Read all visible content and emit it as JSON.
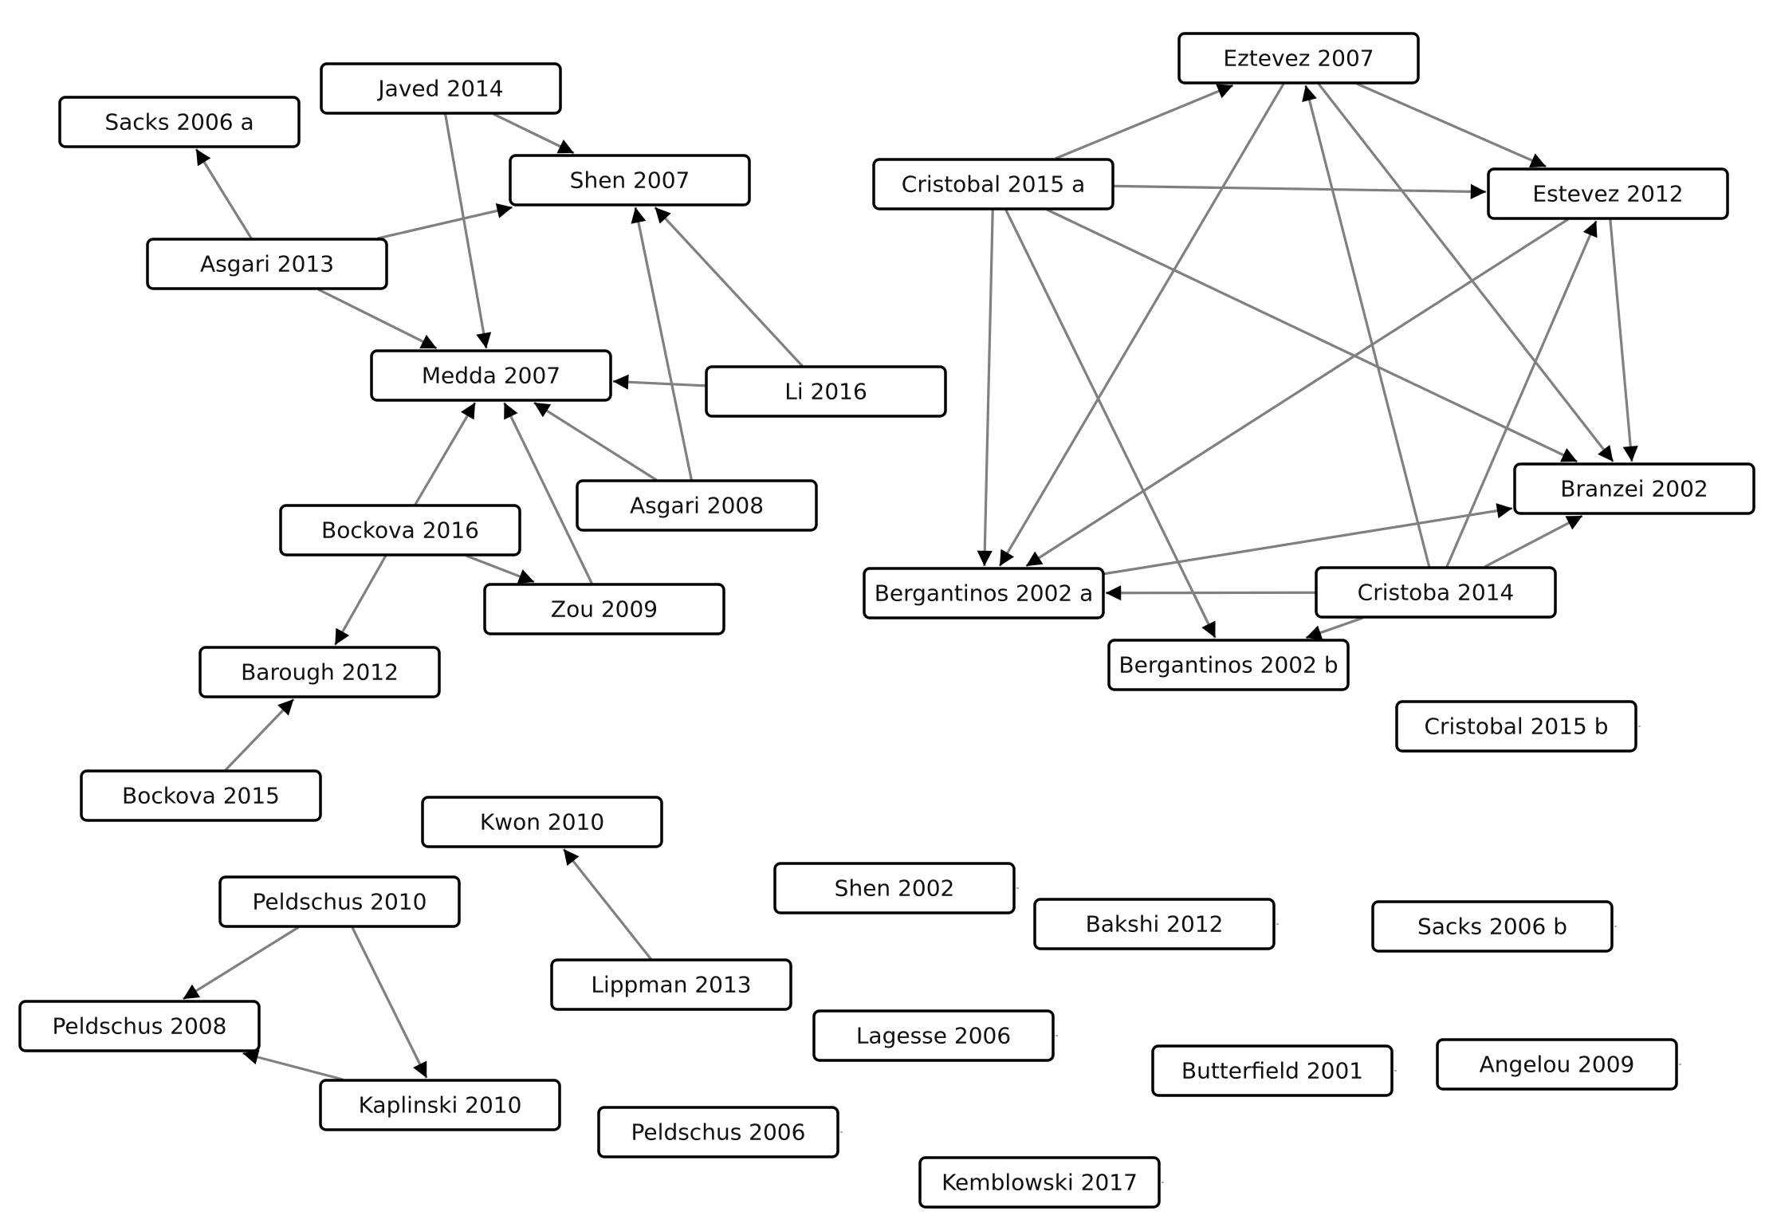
{
  "nodes": [
    {
      "id": "sacks2006a",
      "label": "Sacks 2006 a"
    },
    {
      "id": "javed2014",
      "label": "Javed 2014"
    },
    {
      "id": "shen2007",
      "label": "Shen 2007"
    },
    {
      "id": "asgari2013",
      "label": "Asgari 2013"
    },
    {
      "id": "medda2007",
      "label": "Medda 2007"
    },
    {
      "id": "li2016",
      "label": "Li 2016"
    },
    {
      "id": "asgari2008",
      "label": "Asgari 2008"
    },
    {
      "id": "bockova2016",
      "label": "Bockova 2016"
    },
    {
      "id": "zou2009",
      "label": "Zou 2009"
    },
    {
      "id": "barough2012",
      "label": "Barough 2012"
    },
    {
      "id": "bockova2015",
      "label": "Bockova 2015"
    },
    {
      "id": "kwon2010",
      "label": "Kwon 2010"
    },
    {
      "id": "peldschus2010",
      "label": "Peldschus 2010"
    },
    {
      "id": "peldschus2008",
      "label": "Peldschus 2008"
    },
    {
      "id": "kaplinski2010",
      "label": "Kaplinski 2010"
    },
    {
      "id": "lippman2013",
      "label": "Lippman 2013"
    },
    {
      "id": "shen2002",
      "label": "Shen 2002"
    },
    {
      "id": "lagesse2006",
      "label": "Lagesse 2006"
    },
    {
      "id": "peldschus2006",
      "label": "Peldschus 2006"
    },
    {
      "id": "bakshi2012",
      "label": "Bakshi 2012"
    },
    {
      "id": "butterfield2001",
      "label": "Butterfield 2001"
    },
    {
      "id": "kemblowski2017",
      "label": "Kemblowski 2017"
    },
    {
      "id": "sacks2006b",
      "label": "Sacks 2006 b"
    },
    {
      "id": "angelou2009",
      "label": "Angelou 2009"
    },
    {
      "id": "eztevez2007",
      "label": "Eztevez 2007"
    },
    {
      "id": "cristobal2015a",
      "label": "Cristobal 2015 a"
    },
    {
      "id": "estevez2012",
      "label": "Estevez 2012"
    },
    {
      "id": "branzei2002",
      "label": "Branzei 2002"
    },
    {
      "id": "bergantinos2002a",
      "label": "Bergantinos 2002 a"
    },
    {
      "id": "cristoba2014",
      "label": "Cristoba 2014"
    },
    {
      "id": "bergantinos2002b",
      "label": "Bergantinos 2002 b"
    },
    {
      "id": "cristobal2015b",
      "label": "Cristobal 2015 b"
    }
  ],
  "edges": [
    {
      "from": "asgari2013",
      "to": "sacks2006a"
    },
    {
      "from": "asgari2013",
      "to": "shen2007"
    },
    {
      "from": "asgari2013",
      "to": "medda2007"
    },
    {
      "from": "javed2014",
      "to": "shen2007"
    },
    {
      "from": "javed2014",
      "to": "medda2007"
    },
    {
      "from": "li2016",
      "to": "shen2007"
    },
    {
      "from": "li2016",
      "to": "medda2007"
    },
    {
      "from": "asgari2008",
      "to": "shen2007"
    },
    {
      "from": "asgari2008",
      "to": "medda2007"
    },
    {
      "from": "bockova2016",
      "to": "medda2007"
    },
    {
      "from": "bockova2016",
      "to": "zou2009"
    },
    {
      "from": "bockova2016",
      "to": "barough2012"
    },
    {
      "from": "zou2009",
      "to": "medda2007"
    },
    {
      "from": "bockova2015",
      "to": "barough2012"
    },
    {
      "from": "lippman2013",
      "to": "kwon2010"
    },
    {
      "from": "peldschus2010",
      "to": "peldschus2008"
    },
    {
      "from": "peldschus2010",
      "to": "kaplinski2010"
    },
    {
      "from": "kaplinski2010",
      "to": "peldschus2008"
    },
    {
      "from": "cristobal2015a",
      "to": "eztevez2007"
    },
    {
      "from": "cristobal2015a",
      "to": "estevez2012"
    },
    {
      "from": "cristobal2015a",
      "to": "bergantinos2002a"
    },
    {
      "from": "cristobal2015a",
      "to": "bergantinos2002b"
    },
    {
      "from": "cristobal2015a",
      "to": "branzei2002"
    },
    {
      "from": "eztevez2007",
      "to": "estevez2012"
    },
    {
      "from": "eztevez2007",
      "to": "bergantinos2002a"
    },
    {
      "from": "eztevez2007",
      "to": "branzei2002"
    },
    {
      "from": "estevez2012",
      "to": "bergantinos2002a"
    },
    {
      "from": "estevez2012",
      "to": "branzei2002"
    },
    {
      "from": "bergantinos2002a",
      "to": "branzei2002"
    },
    {
      "from": "cristoba2014",
      "to": "eztevez2007"
    },
    {
      "from": "cristoba2014",
      "to": "estevez2012"
    },
    {
      "from": "cristoba2014",
      "to": "branzei2002"
    },
    {
      "from": "cristoba2014",
      "to": "bergantinos2002a"
    },
    {
      "from": "cristoba2014",
      "to": "bergantinos2002b"
    }
  ]
}
